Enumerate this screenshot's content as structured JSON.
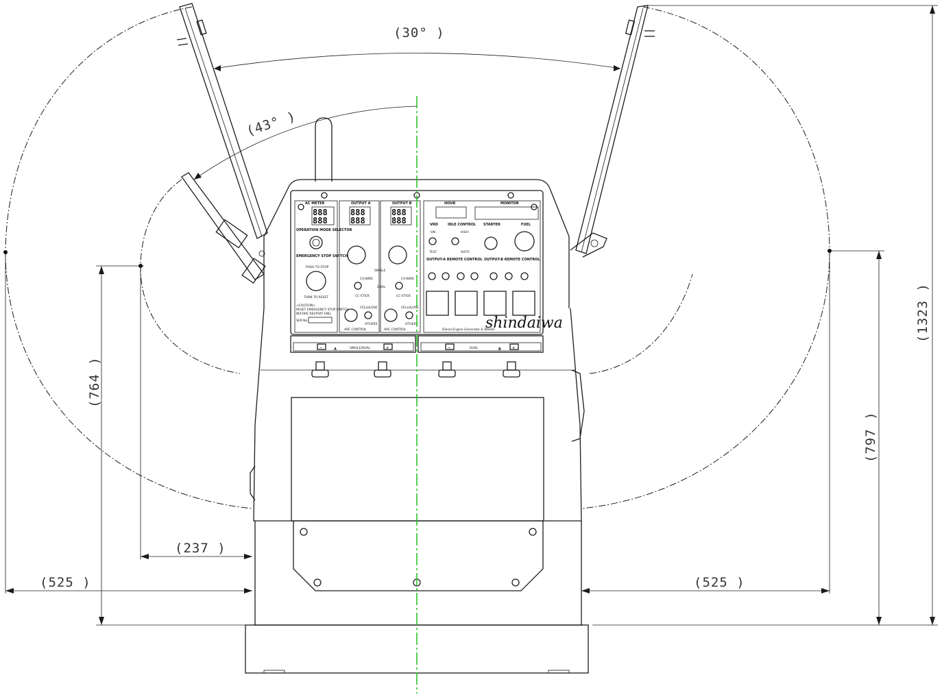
{
  "dimensions": {
    "angle_outer": "(30° )",
    "angle_inner": "(43° )",
    "height_total": "(1323 )",
    "height_right": "(797 )",
    "height_left": "(764 )",
    "offset_inner": "(237 )",
    "width_left": "(525 )",
    "width_right": "(525 )"
  },
  "panel": {
    "ac_meter": "AC METER",
    "output_a": "OUTPUT A",
    "output_b": "OUTPUT B",
    "hour": "HOUR",
    "monitor": "MONITOR",
    "operation_mode_selector": "OPERATION MODE SELECTOR",
    "emergency_stop_switch": "EMERGENCY STOP SWITCH",
    "push_to_stop": "PUSH TO STOP",
    "turn_to_reset": "TURN TO RESET",
    "caution_1": "<CAUTION>",
    "caution_2": "RESET EMERGENCY STOP SWITCH",
    "caution_3": "BEFORE RESTART ENG.",
    "ser_no": "SER.No.",
    "vrd": "VRD",
    "on": "ON",
    "test": "TEST",
    "idle_control": "IDLE CONTROL",
    "high": "HIGH",
    "auto": "AUTO",
    "starter": "STARTER",
    "fuel": "FUEL",
    "output_a_remote": "OUTPUT-A REMOTE CONTROL",
    "output_b_remote": "OUTPUT-B REMOTE CONTROL",
    "single": "SINGLE",
    "dual": "DUAL",
    "cv_wire": "CV-WIRE",
    "cc_stick": "CC-STICK",
    "cellulose": "CELLULOSE",
    "others": "OTHERS",
    "arc_control": "ARC CONTROL",
    "brand_name": "shindaiwa",
    "brand_sub": "Diesel Engine Generator & Welder",
    "single_dual": "SINGLE/DUAL",
    "dual_only": "DUAL",
    "terminal_a": "A",
    "terminal_b": "B",
    "minus": "−",
    "plus": "+"
  },
  "colors": {
    "line": "#1a1a1a",
    "centerline": "#1fbf1f",
    "dimension_text": "#333333"
  }
}
